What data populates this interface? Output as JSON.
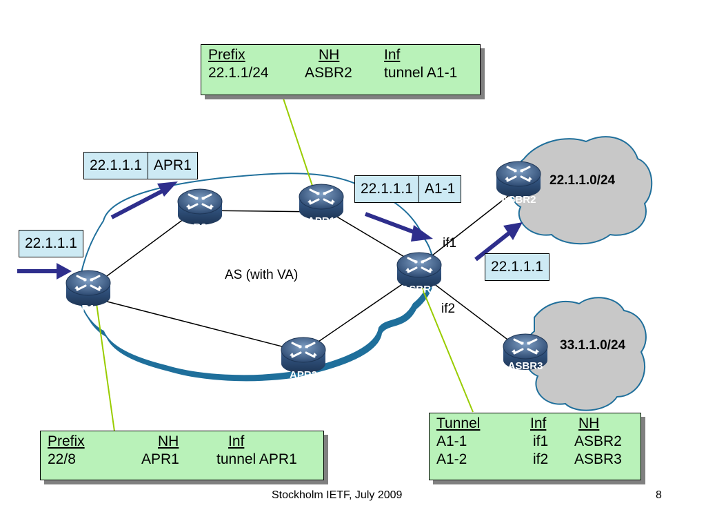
{
  "diagram": {
    "as_label": "AS (with VA)",
    "routers": {
      "R1": "R1",
      "R2": "R2",
      "APR1": "APR1",
      "APR2": "APR2",
      "ASBR1": "ASBR1",
      "ASBR2": "ASBR2",
      "ASBR3": "ASBR3"
    },
    "interfaces": {
      "if1": "if1",
      "if2": "if2"
    },
    "prefixes": {
      "asbr2": "22.1.1.0/24",
      "asbr3": "33.1.1.0/24"
    },
    "packets": {
      "ingress_r1": "22.1.1.1",
      "r2_apr1": {
        "addr": "22.1.1.1",
        "next": "APR1"
      },
      "apr1_asbr1": {
        "addr": "22.1.1.1",
        "next": "A1-1"
      },
      "to_asbr2": "22.1.1.1"
    }
  },
  "tables": {
    "apr1": {
      "headers": [
        "Prefix",
        "NH",
        "Inf"
      ],
      "rows": [
        [
          "22.1.1/24",
          "ASBR2",
          "tunnel A1-1"
        ]
      ]
    },
    "r1": {
      "headers": [
        "Prefix",
        "NH",
        "Inf"
      ],
      "rows": [
        [
          "22/8",
          "APR1",
          "tunnel APR1"
        ]
      ]
    },
    "asbr1": {
      "headers": [
        "Tunnel",
        "Inf",
        "NH"
      ],
      "rows": [
        [
          "A1-1",
          "if1",
          "ASBR2"
        ],
        [
          "A1-2",
          "if2",
          "ASBR3"
        ]
      ]
    }
  },
  "footer": {
    "text": "Stockholm IETF, July 2009",
    "page": "8"
  },
  "colors": {
    "table_bg": "#b9f2b9",
    "tag_bg": "#cdeaf4",
    "cloud_fill": "#ffffff",
    "cloud_outline": "#1f6f9b",
    "external_cloud": "#c8c8c8",
    "arrow": "#2e2e8c",
    "leader_line": "#99cc00",
    "router_body": "#2d4f7c"
  }
}
